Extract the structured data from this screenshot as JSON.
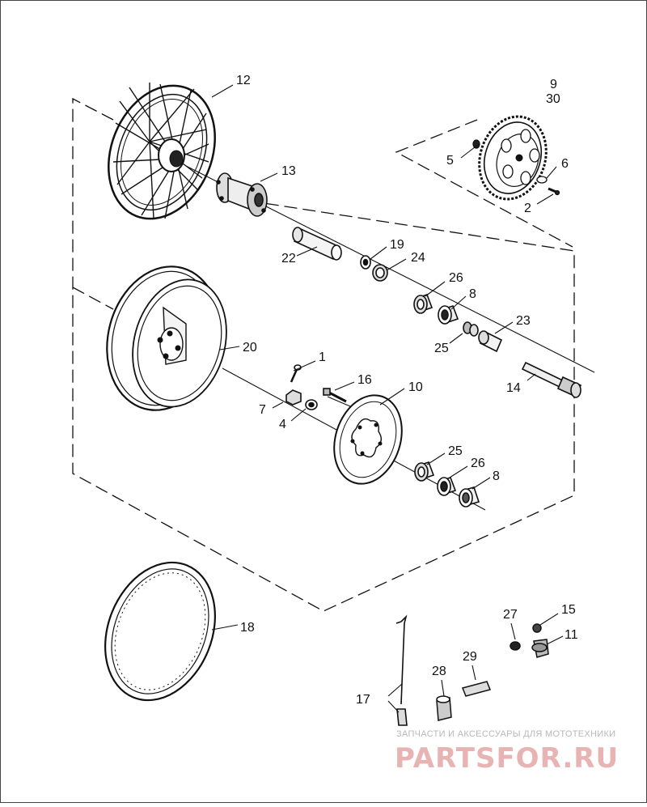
{
  "callouts": {
    "c1": "1",
    "c2": "2",
    "c4": "4",
    "c5": "5",
    "c6": "6",
    "c7": "7",
    "c8a": "8",
    "c8b": "8",
    "c9": "9",
    "c10": "10",
    "c11": "11",
    "c12": "12",
    "c13": "13",
    "c14": "14",
    "c15": "15",
    "c16": "16",
    "c17": "17",
    "c18": "18",
    "c19": "19",
    "c20": "20",
    "c22": "22",
    "c23": "23",
    "c24": "24",
    "c25a": "25",
    "c25b": "25",
    "c26a": "26",
    "c26b": "26",
    "c27": "27",
    "c28": "28",
    "c29": "29",
    "c30": "30"
  },
  "watermark": {
    "tagline": "ЗАПЧАСТИ И АКСЕССУАРЫ ДЛЯ МОТОТЕХНИКИ",
    "brand": "PARTSFOR.RU"
  },
  "colors": {
    "ink": "#111111",
    "watermark": "#e8b3b3",
    "background": "#ffffff"
  }
}
